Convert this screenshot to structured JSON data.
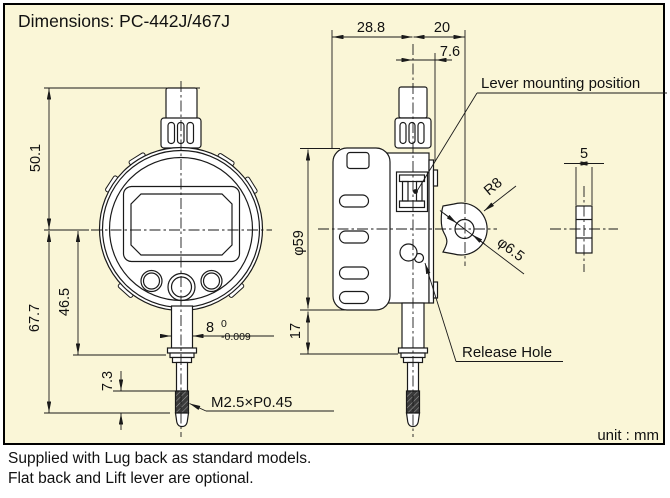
{
  "title": "Dimensions: PC-442J/467J",
  "unit_label": "unit : mm",
  "notes": {
    "line1": "Supplied with Lug back as standard models.",
    "line2": "Flat back and Lift lever are optional."
  },
  "colors": {
    "panel_background": "#faf6d7",
    "panel_border": "#000000",
    "line": "#1a1a1a",
    "device_fill": "#ffffff",
    "text": "#111111"
  },
  "dimensions": {
    "front_to_stem_center": "28.8",
    "stem_center_to_lug_hole": "20",
    "stem_center_to_back_face": "7.6",
    "top_to_centerline": "50.1",
    "centerline_to_collar": "46.5",
    "centerline_to_thread_end": "67.7",
    "thread_length": "7.3",
    "stem_diameter": "8",
    "stem_tolerance_upper": "0",
    "stem_tolerance_lower": "-0.009",
    "thread_spec": "M2.5×P0.45",
    "bezel_diameter": "φ59",
    "stem_exposed_length": "17",
    "lug_radius": "R8",
    "lug_hole_diameter": "φ6.5",
    "lug_thickness": "5"
  },
  "callouts": {
    "lever_mounting": "Lever mounting position",
    "release_hole": "Release Hole"
  }
}
